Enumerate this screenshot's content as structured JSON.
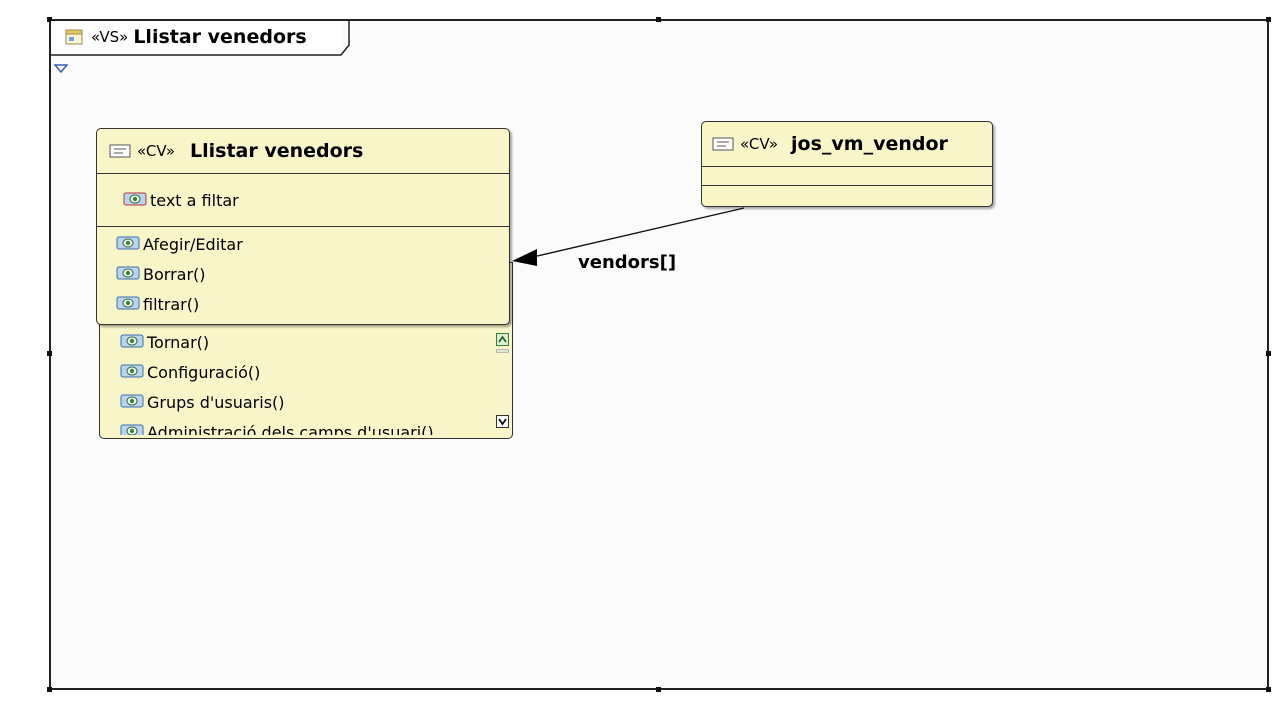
{
  "frame": {
    "stereotype": "«VS»",
    "title": "Llistar venedors"
  },
  "main_class": {
    "stereotype": "«CV»",
    "title": "Llistar venedors",
    "attributes": [
      "text a filtar"
    ],
    "operations": [
      "Afegir/Editar",
      "Borrar()",
      "filtrar()"
    ],
    "overflow_operations": [
      "Tornar()",
      "Configuració()",
      "Grups d'usuaris()",
      "Administració dels camps d'usuari()"
    ]
  },
  "vendor_class": {
    "stereotype": "«CV»",
    "title": "jos_vm_vendor"
  },
  "connection": {
    "label": "vendors[]"
  },
  "colors": {
    "class_fill": "#f8f5c8",
    "frame_border": "#222222",
    "canvas": "#fbfbfb"
  },
  "icons": {
    "frame": "view-screen-icon",
    "class": "class-view-icon",
    "member": "eye-member-icon",
    "scroll_up": "scroll-up-icon",
    "scroll_down": "scroll-down-icon",
    "collapse": "collapse-arrow-icon"
  }
}
